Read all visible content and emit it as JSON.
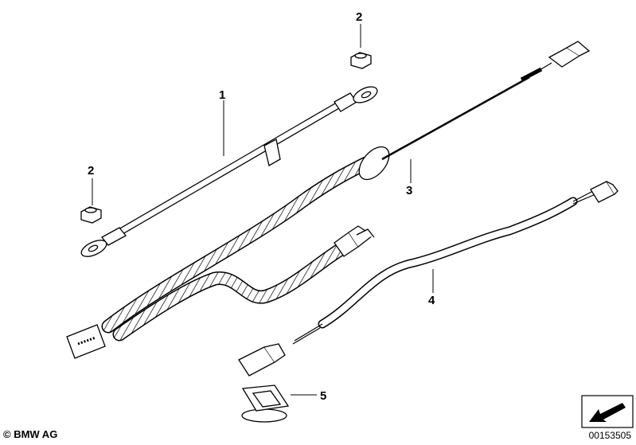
{
  "callouts": [
    {
      "id": "1",
      "label": "1"
    },
    {
      "id": "2a",
      "label": "2"
    },
    {
      "id": "2b",
      "label": "2"
    },
    {
      "id": "3",
      "label": "3"
    },
    {
      "id": "4",
      "label": "4"
    },
    {
      "id": "5",
      "label": "5"
    }
  ],
  "footer": {
    "copyright": "© BMW AG",
    "reference": "00153505"
  }
}
